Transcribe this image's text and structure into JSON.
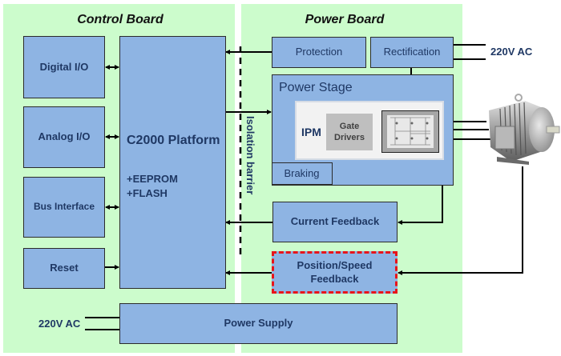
{
  "regions": {
    "control_board": {
      "title": "Control Board"
    },
    "power_board": {
      "title": "Power Board"
    }
  },
  "control_blocks": {
    "digital_io": "Digital I/O",
    "analog_io": "Analog I/O",
    "bus_interface": "Bus Interface",
    "reset": "Reset"
  },
  "c2000": {
    "title": "C2000 Platform",
    "features": [
      "+EEPROM",
      "+FLASH"
    ]
  },
  "isolation_barrier": "Isolation barrier",
  "power_blocks": {
    "protection": "Protection",
    "rectification": "Rectification",
    "power_stage": "Power Stage",
    "ipm": "IPM",
    "gate_drivers": "Gate Drivers",
    "braking": "Braking",
    "current_feedback": "Current Feedback",
    "position_speed_feedback": "Position/Speed Feedback",
    "power_supply": "Power Supply"
  },
  "ac_inputs": {
    "rectifier_input": "220V AC",
    "supply_input": "220V AC"
  },
  "motor": {
    "icon": "ac-induction-motor-icon"
  },
  "colors": {
    "board_bg": "#ccfccc",
    "block_fill": "#8eb4e3",
    "text": "#1f3864",
    "highlight_border": "#e8141a"
  }
}
